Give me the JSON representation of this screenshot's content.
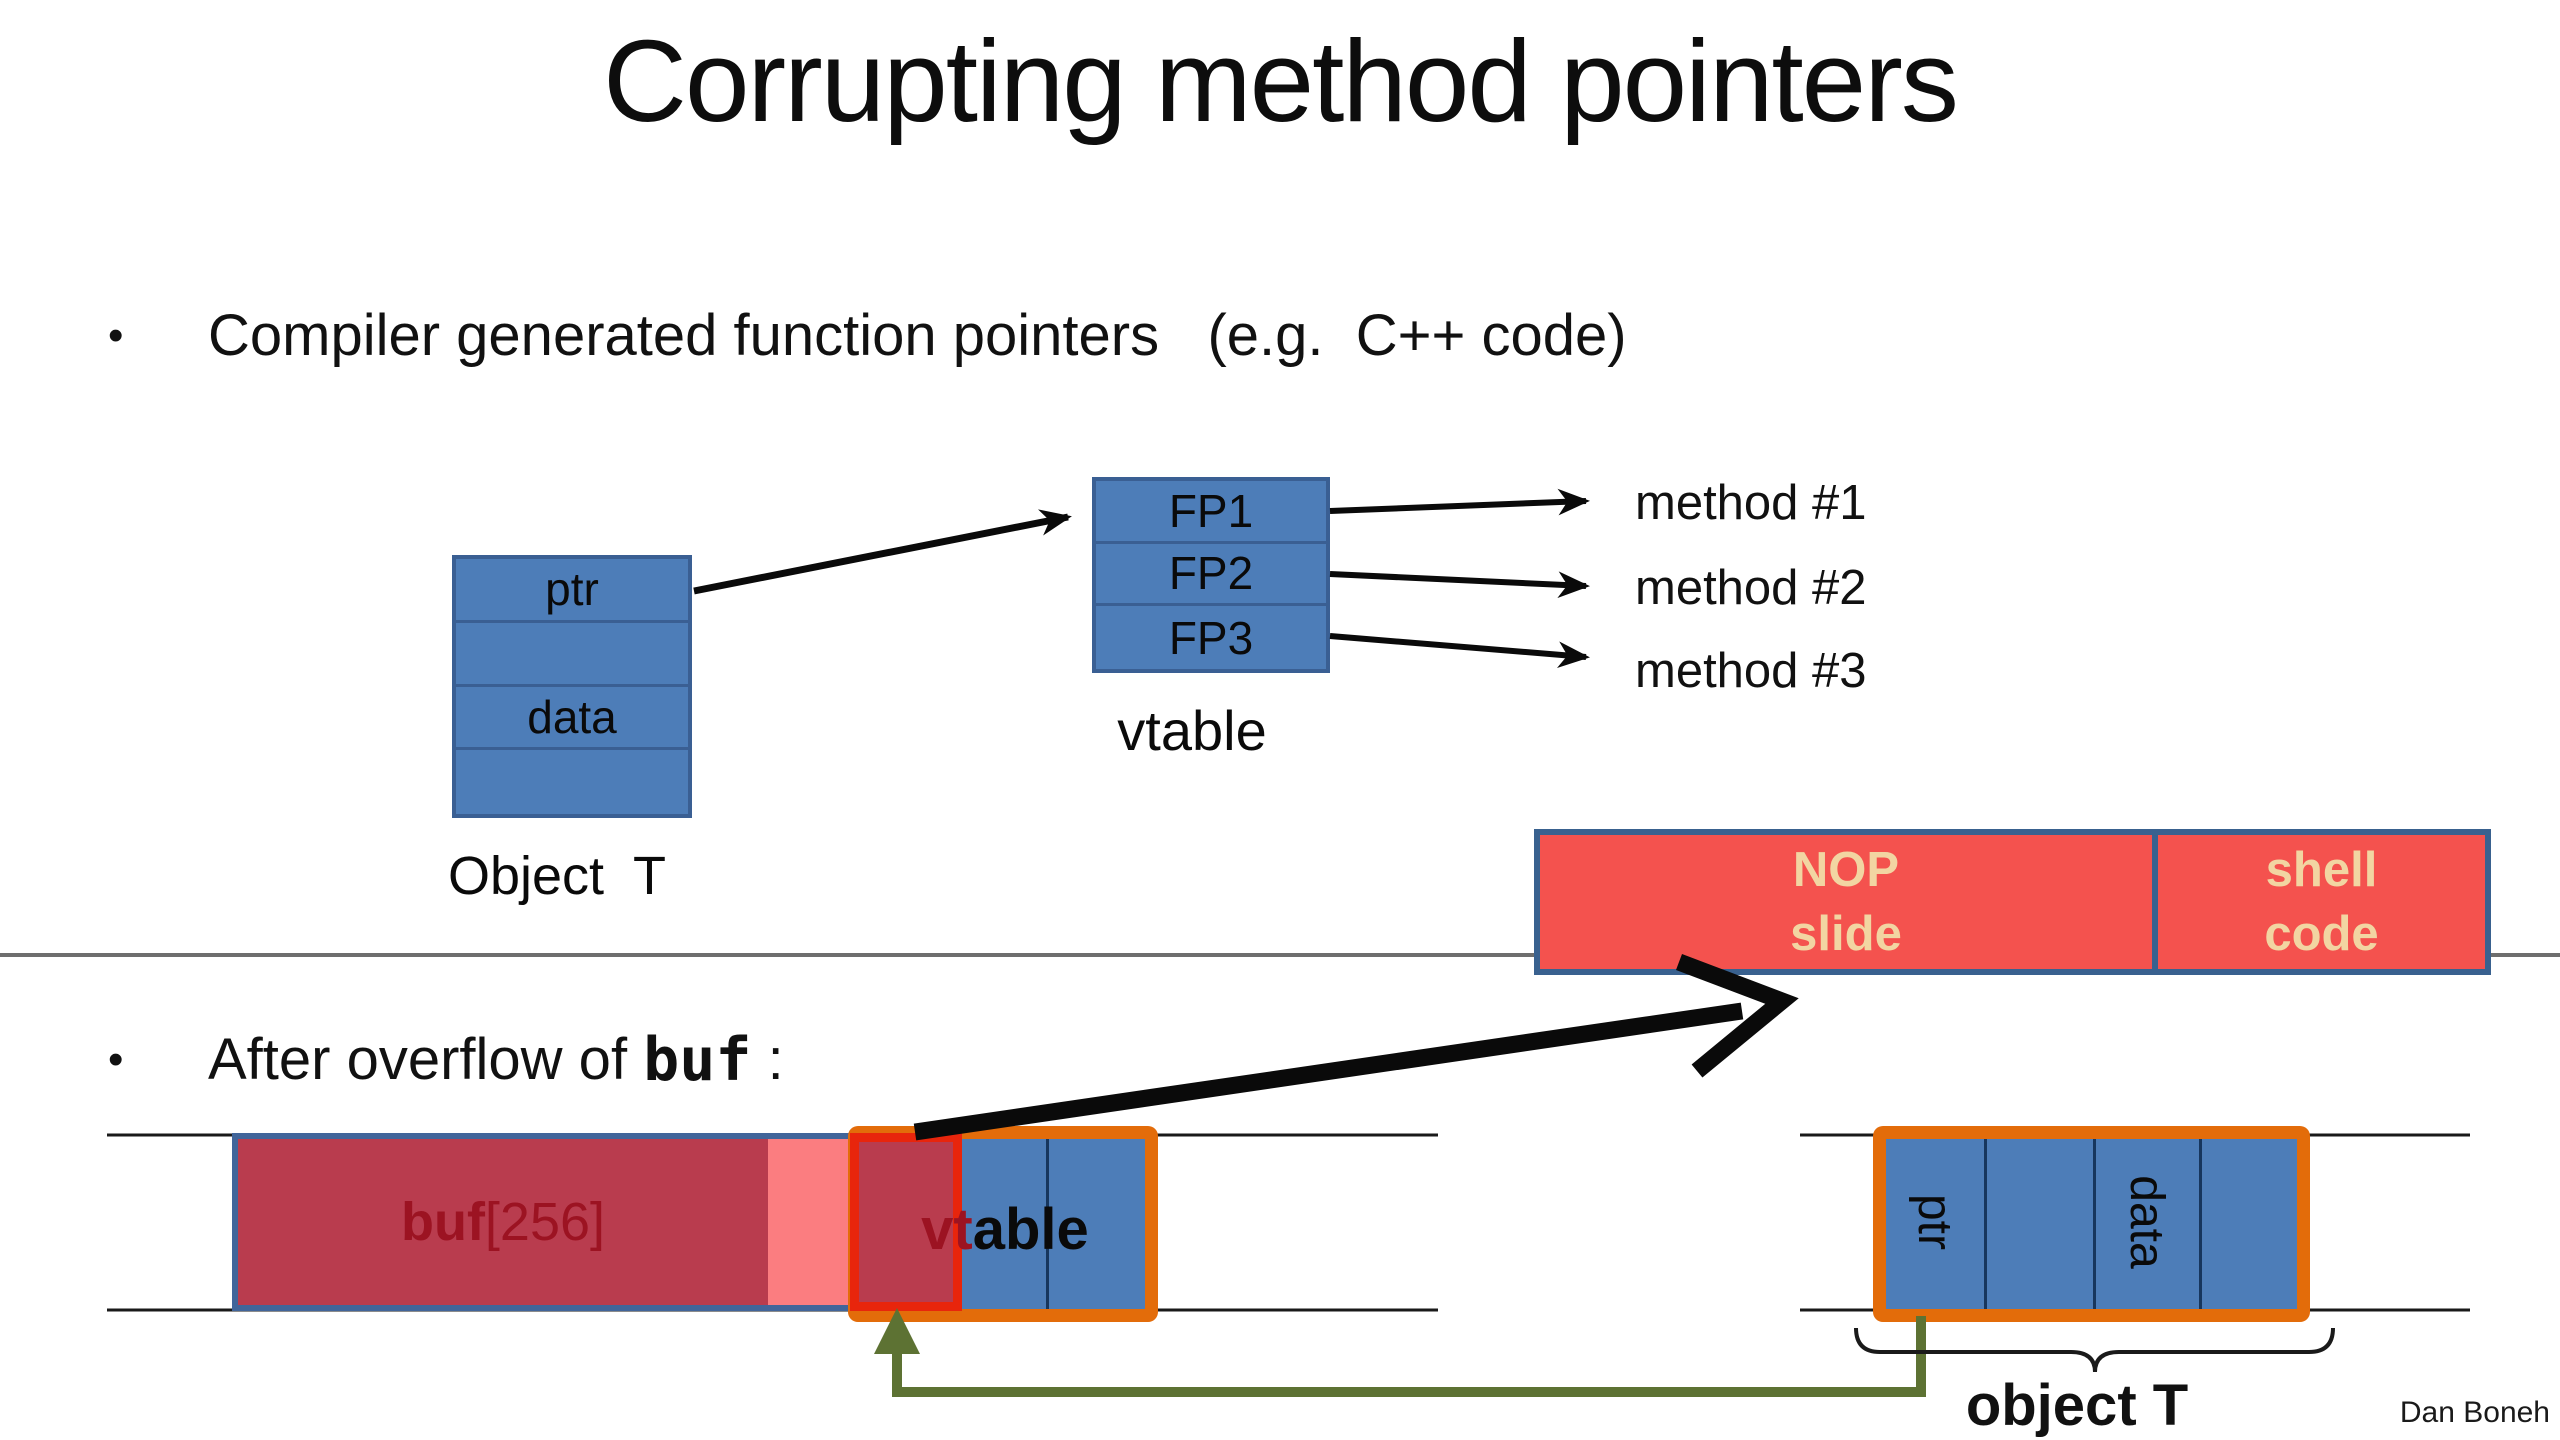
{
  "slide": {
    "title": "Corrupting method pointers",
    "bullet1": {
      "marker": "•",
      "text": "Compiler generated function pointers   (e.g.  C++ code)"
    },
    "bullet2": {
      "marker": "•",
      "text_before": "After overflow of ",
      "code": "buf",
      "text_after": " :"
    },
    "credit": "Dan Boneh"
  },
  "colors": {
    "box_blue": "#4d7db8",
    "box_blue_border": "#3a5f93",
    "navy_div": "#17365d",
    "orange": "#e36c0a",
    "buf_red": "#b93c4e",
    "buf_border": "#41659a",
    "buf_text": "#9c1322",
    "pink": "#fb7d80",
    "overlap_red": "#e8250c",
    "payload_red": "#f4524e",
    "payload_border": "#39618f",
    "payload_text": "#f2d5a2",
    "green_arrow": "#5d7233",
    "divider_gray": "#6e6e6e"
  },
  "top_diagram": {
    "object_box": {
      "rows": [
        "ptr",
        "",
        "data",
        ""
      ],
      "label": "Object  T"
    },
    "vtable_box": {
      "rows": [
        "FP1",
        "FP2",
        "FP3"
      ],
      "label": "vtable"
    },
    "methods": [
      "method #1",
      "method #2",
      "method #3"
    ]
  },
  "payload": {
    "nop_line1": "NOP",
    "nop_line2": "slide",
    "shell_line1": "shell",
    "shell_line2": "code"
  },
  "overflow_diagram": {
    "buf_bold": "buf",
    "buf_rest": "[256]",
    "vtable_overwritten": "vt",
    "vtable_rest": "able"
  },
  "object_diagram": {
    "cells": [
      "ptr",
      "",
      "data",
      ""
    ],
    "label": "object T"
  }
}
